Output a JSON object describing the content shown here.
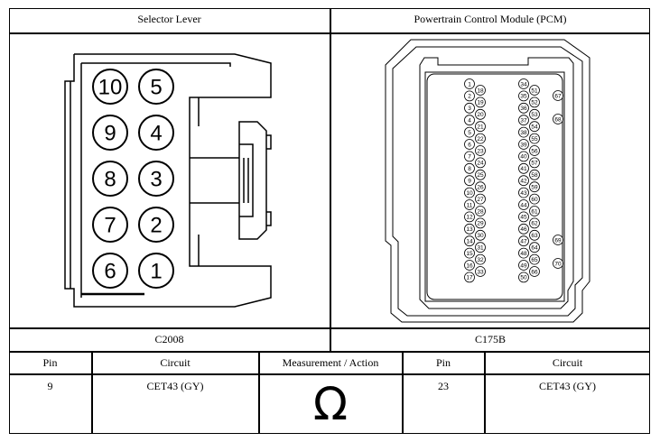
{
  "top": {
    "left_title": "Selector Lever",
    "right_title": "Powertrain Control Module (PCM)",
    "left_connector_id": "C2008",
    "right_connector_id": "C175B"
  },
  "selector_pins": [
    "10",
    "5",
    "9",
    "4",
    "8",
    "3",
    "7",
    "2",
    "6",
    "1"
  ],
  "pcm_pins": {
    "col_a": [
      "1",
      "2",
      "3",
      "4",
      "5",
      "6",
      "7",
      "8",
      "9",
      "10",
      "11",
      "12",
      "13",
      "14",
      "15",
      "16",
      "17"
    ],
    "col_b": [
      "18",
      "19",
      "20",
      "21",
      "22",
      "23",
      "24",
      "25",
      "26",
      "27",
      "28",
      "29",
      "30",
      "31",
      "32",
      "33"
    ],
    "col_c": [
      "34",
      "35",
      "36",
      "37",
      "38",
      "39",
      "40",
      "41",
      "42",
      "43",
      "44",
      "45",
      "46",
      "47",
      "48",
      "49",
      "50"
    ],
    "col_d": [
      "51",
      "52",
      "53",
      "54",
      "55",
      "56",
      "57",
      "58",
      "59",
      "60",
      "61",
      "62",
      "63",
      "64",
      "65",
      "66"
    ],
    "extra": [
      "67",
      "68",
      "69",
      "70"
    ]
  },
  "table": {
    "headers": [
      "Pin",
      "Circuit",
      "Measurement / Action",
      "Pin",
      "Circuit"
    ],
    "row": {
      "pin_a": "9",
      "circuit_a": "CET43 (GY)",
      "measurement_symbol": "Ω",
      "pin_b": "23",
      "circuit_b": "CET43 (GY)"
    }
  }
}
